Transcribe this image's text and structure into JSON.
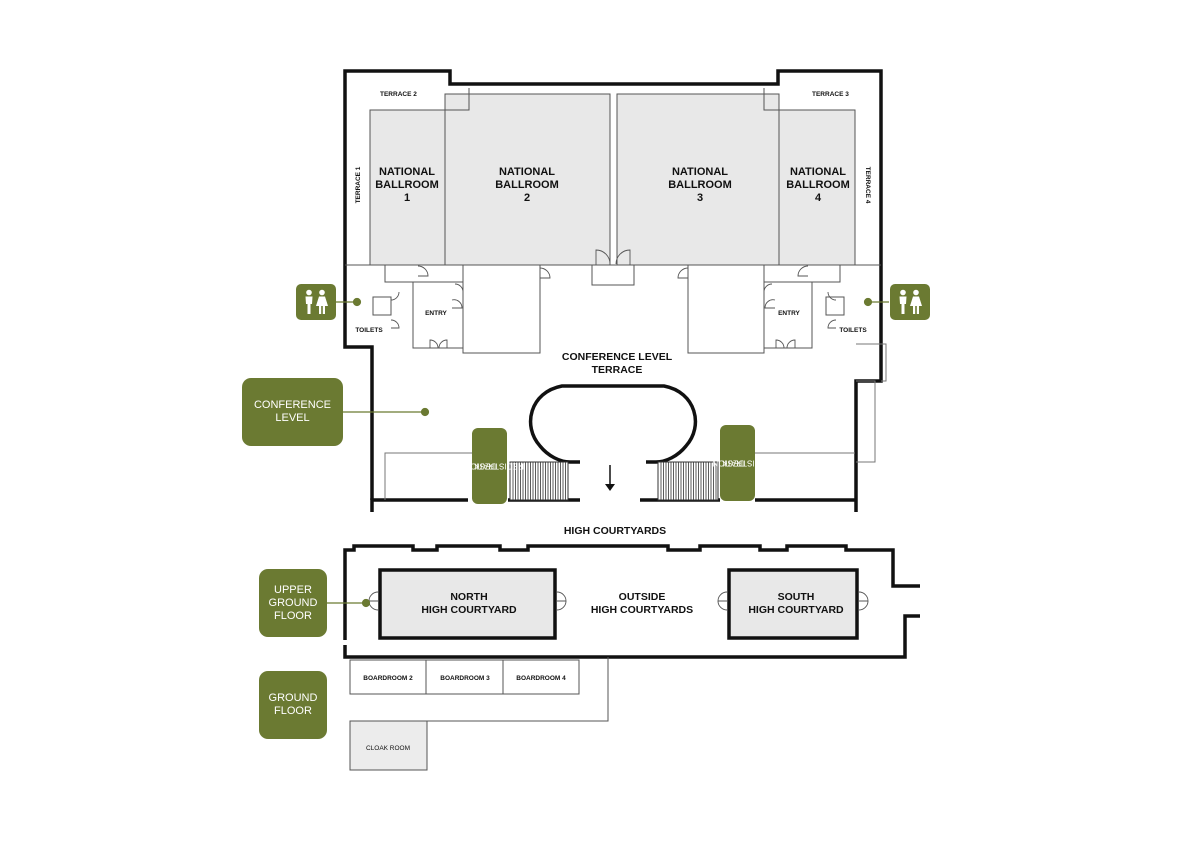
{
  "colors": {
    "accent": "#6b7a32",
    "room_fill": "#e8e8e8",
    "wall": "#111111"
  },
  "rooms": {
    "ballroom1": [
      "NATIONAL",
      "BALLROOM",
      "1"
    ],
    "ballroom2": [
      "NATIONAL",
      "BALLROOM",
      "2"
    ],
    "ballroom3": [
      "NATIONAL",
      "BALLROOM",
      "3"
    ],
    "ballroom4": [
      "NATIONAL",
      "BALLROOM",
      "4"
    ],
    "north_courtyard": [
      "NORTH",
      "HIGH COURTYARD"
    ],
    "south_courtyard": [
      "SOUTH",
      "HIGH COURTYARD"
    ],
    "boardroom2": "BOARDROOM 2",
    "boardroom3": "BOARDROOM 3",
    "boardroom4": "BOARDROOM 4",
    "cloak_room": "CLOAK ROOM"
  },
  "areas": {
    "terrace1": "TERRACE 1",
    "terrace2": "TERRACE 2",
    "terrace3": "TERRACE 3",
    "terrace4": "TERRACE 4",
    "entry_left": "ENTRY",
    "entry_right": "ENTRY",
    "toilets_left": "TOILETS",
    "toilets_right": "TOILETS",
    "conference_terrace": [
      "CONFERENCE LEVEL",
      "TERRACE"
    ],
    "high_courtyards": "HIGH COURTYARDS",
    "outside_courtyards": [
      "OUTSIDE",
      "HIGH COURTYARDS"
    ]
  },
  "levels": {
    "conference": [
      "CONFERENCE",
      "LEVEL"
    ],
    "upper_ground": [
      "UPPER",
      "GROUND",
      "FLOOR"
    ],
    "ground": [
      "GROUND",
      "FLOOR"
    ]
  },
  "registration_desk": [
    "REGISTRATION",
    "DESK"
  ],
  "icons": {
    "toilets": "toilets-icon",
    "direction": "down-arrow-icon"
  }
}
